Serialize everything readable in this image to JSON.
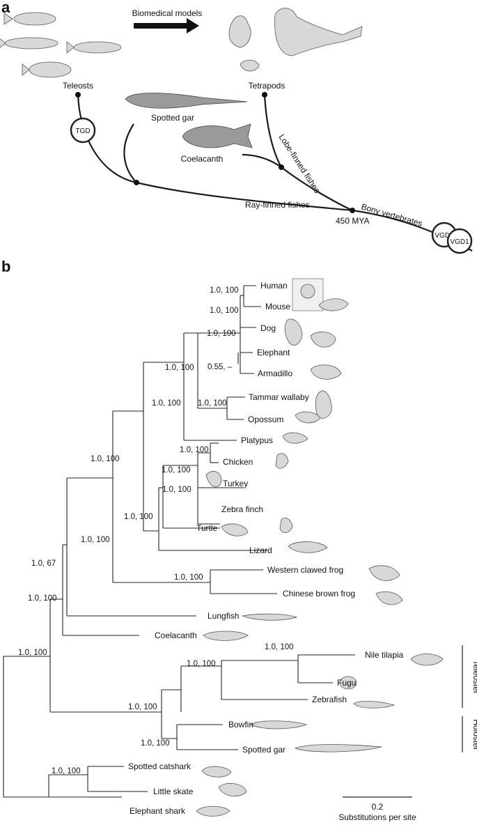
{
  "panel_a": {
    "letter": "a",
    "arrow_label": "Biomedical models",
    "labels": {
      "teleosts": "Teleosts",
      "tetrapods": "Tetrapods",
      "spotted_gar": "Spotted gar",
      "coelacanth": "Coelacanth",
      "tgd": "TGD",
      "lobe_finned": "Lobe-finned fishes",
      "ray_finned": "Ray-finned fishes",
      "bony_vertebrates": "Bony vertebrates",
      "mya": "450 MYA",
      "vgd2": "VGD2",
      "vgd1": "VGD1"
    }
  },
  "panel_b": {
    "letter": "b",
    "taxa": {
      "human": "Human",
      "mouse": "Mouse",
      "dog": "Dog",
      "elephant": "Elephant",
      "armadillo": "Armadillo",
      "tammar_wallaby": "Tammar wallaby",
      "opossum": "Opossum",
      "platypus": "Platypus",
      "chicken": "Chicken",
      "turkey": "Turkey",
      "zebra_finch": "Zebra finch",
      "turtle": "Turtle",
      "lizard": "Lizard",
      "western_clawed_frog": "Western clawed frog",
      "chinese_brown_frog": "Chinese brown frog",
      "lungfish": "Lungfish",
      "coelacanth": "Coelacanth",
      "nile_tilapia": "Nile tilapia",
      "fugu": "Fugu",
      "zebrafish": "Zebrafish",
      "bowfin": "Bowfin",
      "spotted_gar": "Spotted gar",
      "spotted_catshark": "Spotted catshark",
      "little_skate": "Little skate",
      "elephant_shark": "Elephant shark"
    },
    "support": {
      "human_mouse": "1.0, 100",
      "dog_group": "1.0, 100",
      "placental": "1.0, 100",
      "elephant_armadillo": "0.55, –",
      "therian_upper": "1.0, 100",
      "marsupial": "1.0, 100",
      "mammal": "1.0, 100",
      "chicken_turkey": "1.0, 100",
      "birds": "1.0, 100",
      "archosaur": "1.0, 100",
      "sauropsid": "1.0, 100",
      "amniote": "1.0, 100",
      "tetrapod": "1.0, 100",
      "frogs": "1.0, 100",
      "rhipidistia": "1.0, 67",
      "sarcopterygii": "1.0, 100",
      "osteichthyes": "1.0, 100",
      "tilapia_fugu": "1.0, 100",
      "teleost_core": "1.0, 100",
      "actinopterygii": "1.0, 100",
      "holostei": "1.0, 100",
      "chondrichthyes": "1.0, 100"
    },
    "clades": {
      "teleostei": "Teleostei",
      "holostei": "Holostei"
    },
    "scale": {
      "value": "0.2",
      "label": "Substitutions per site"
    }
  },
  "colors": {
    "line": "#222222",
    "silhouette": "#9a9a9a"
  }
}
